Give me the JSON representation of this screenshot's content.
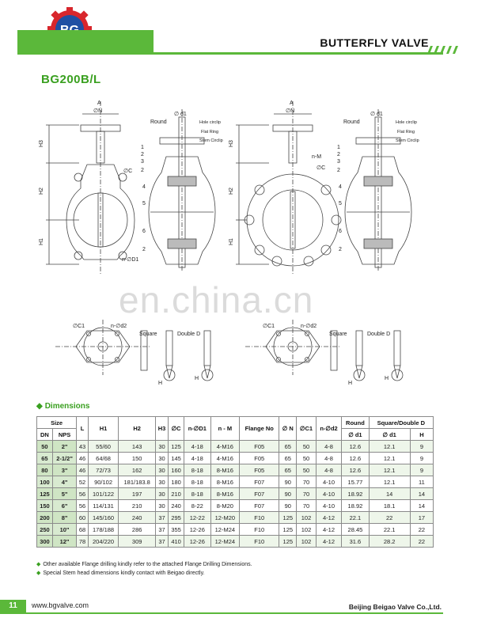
{
  "header": {
    "logo_text": "BG",
    "title": "BUTTERFLY VALVE"
  },
  "model": "BG200B/L",
  "drawing_labels": {
    "a": "A",
    "n": "∅N",
    "d1": "∅ d1",
    "round": "Round",
    "hole_circlip": "Hole circlip",
    "flat_ring": "Flat Ring",
    "stem_circlip": "Stem Circlip",
    "h3": "H3",
    "h2": "H2",
    "h1": "H1",
    "c": "∅C",
    "n_d1": "n-∅D1",
    "n_m": "n-M",
    "c1": "∅C1",
    "n_d2": "n-∅d2",
    "square": "Square",
    "double_d": "Double  D",
    "h": "H",
    "parts": [
      "1",
      "2",
      "3",
      "2",
      "4",
      "5",
      "6",
      "2"
    ]
  },
  "watermark": "en.china.cn",
  "dimensions": {
    "title": "Dimensions",
    "headers": {
      "size": "Size",
      "dn": "DN",
      "nps": "NPS",
      "l": "L",
      "h1": "H1",
      "h2": "H2",
      "h3": "H3",
      "c": "∅C",
      "n_d1": "n-∅D1",
      "n_m": "n - M",
      "flange": "Flange No",
      "n": "∅ N",
      "c1": "∅C1",
      "n_d2": "n-∅d2",
      "round": "Round",
      "square": "Square/Double D",
      "d1a": "∅ d1",
      "d1b": "∅ d1",
      "h": "H"
    },
    "rows": [
      [
        "50",
        "2\"",
        "43",
        "55/60",
        "143",
        "30",
        "125",
        "4-18",
        "4-M16",
        "F05",
        "65",
        "50",
        "4-8",
        "12.6",
        "12.1",
        "9"
      ],
      [
        "65",
        "2-1/2\"",
        "46",
        "64/68",
        "150",
        "30",
        "145",
        "4-18",
        "4-M16",
        "F05",
        "65",
        "50",
        "4-8",
        "12.6",
        "12.1",
        "9"
      ],
      [
        "80",
        "3\"",
        "46",
        "72/73",
        "162",
        "30",
        "160",
        "8-18",
        "8-M16",
        "F05",
        "65",
        "50",
        "4-8",
        "12.6",
        "12.1",
        "9"
      ],
      [
        "100",
        "4\"",
        "52",
        "90/102",
        "181/183.8",
        "30",
        "180",
        "8-18",
        "8-M16",
        "F07",
        "90",
        "70",
        "4-10",
        "15.77",
        "12.1",
        "11"
      ],
      [
        "125",
        "5\"",
        "56",
        "101/122",
        "197",
        "30",
        "210",
        "8-18",
        "8-M16",
        "F07",
        "90",
        "70",
        "4-10",
        "18.92",
        "14",
        "14"
      ],
      [
        "150",
        "6\"",
        "56",
        "114/131",
        "210",
        "30",
        "240",
        "8-22",
        "8-M20",
        "F07",
        "90",
        "70",
        "4-10",
        "18.92",
        "18.1",
        "14"
      ],
      [
        "200",
        "8\"",
        "60",
        "145/160",
        "240",
        "37",
        "295",
        "12-22",
        "12-M20",
        "F10",
        "125",
        "102",
        "4-12",
        "22.1",
        "22",
        "17"
      ],
      [
        "250",
        "10\"",
        "68",
        "178/188",
        "286",
        "37",
        "355",
        "12-26",
        "12-M24",
        "F10",
        "125",
        "102",
        "4-12",
        "28.45",
        "22.1",
        "22"
      ],
      [
        "300",
        "12\"",
        "78",
        "204/220",
        "309",
        "37",
        "410",
        "12-26",
        "12-M24",
        "F10",
        "125",
        "102",
        "4-12",
        "31.6",
        "28.2",
        "22"
      ]
    ]
  },
  "notes": [
    "Other available Flange drilling  kindly refer to the attached Flange Drilling Dimensions.",
    "Special Stem head dimensions kindly contact with Beigao directly."
  ],
  "footer": {
    "page": "11",
    "url": "www.bgvalve.com",
    "company": "Beijing Beigao Valve Co.,Ltd."
  },
  "colors": {
    "brand_green": "#5bb83a",
    "logo_blue": "#1f4fa3",
    "logo_red": "#d8262c"
  }
}
